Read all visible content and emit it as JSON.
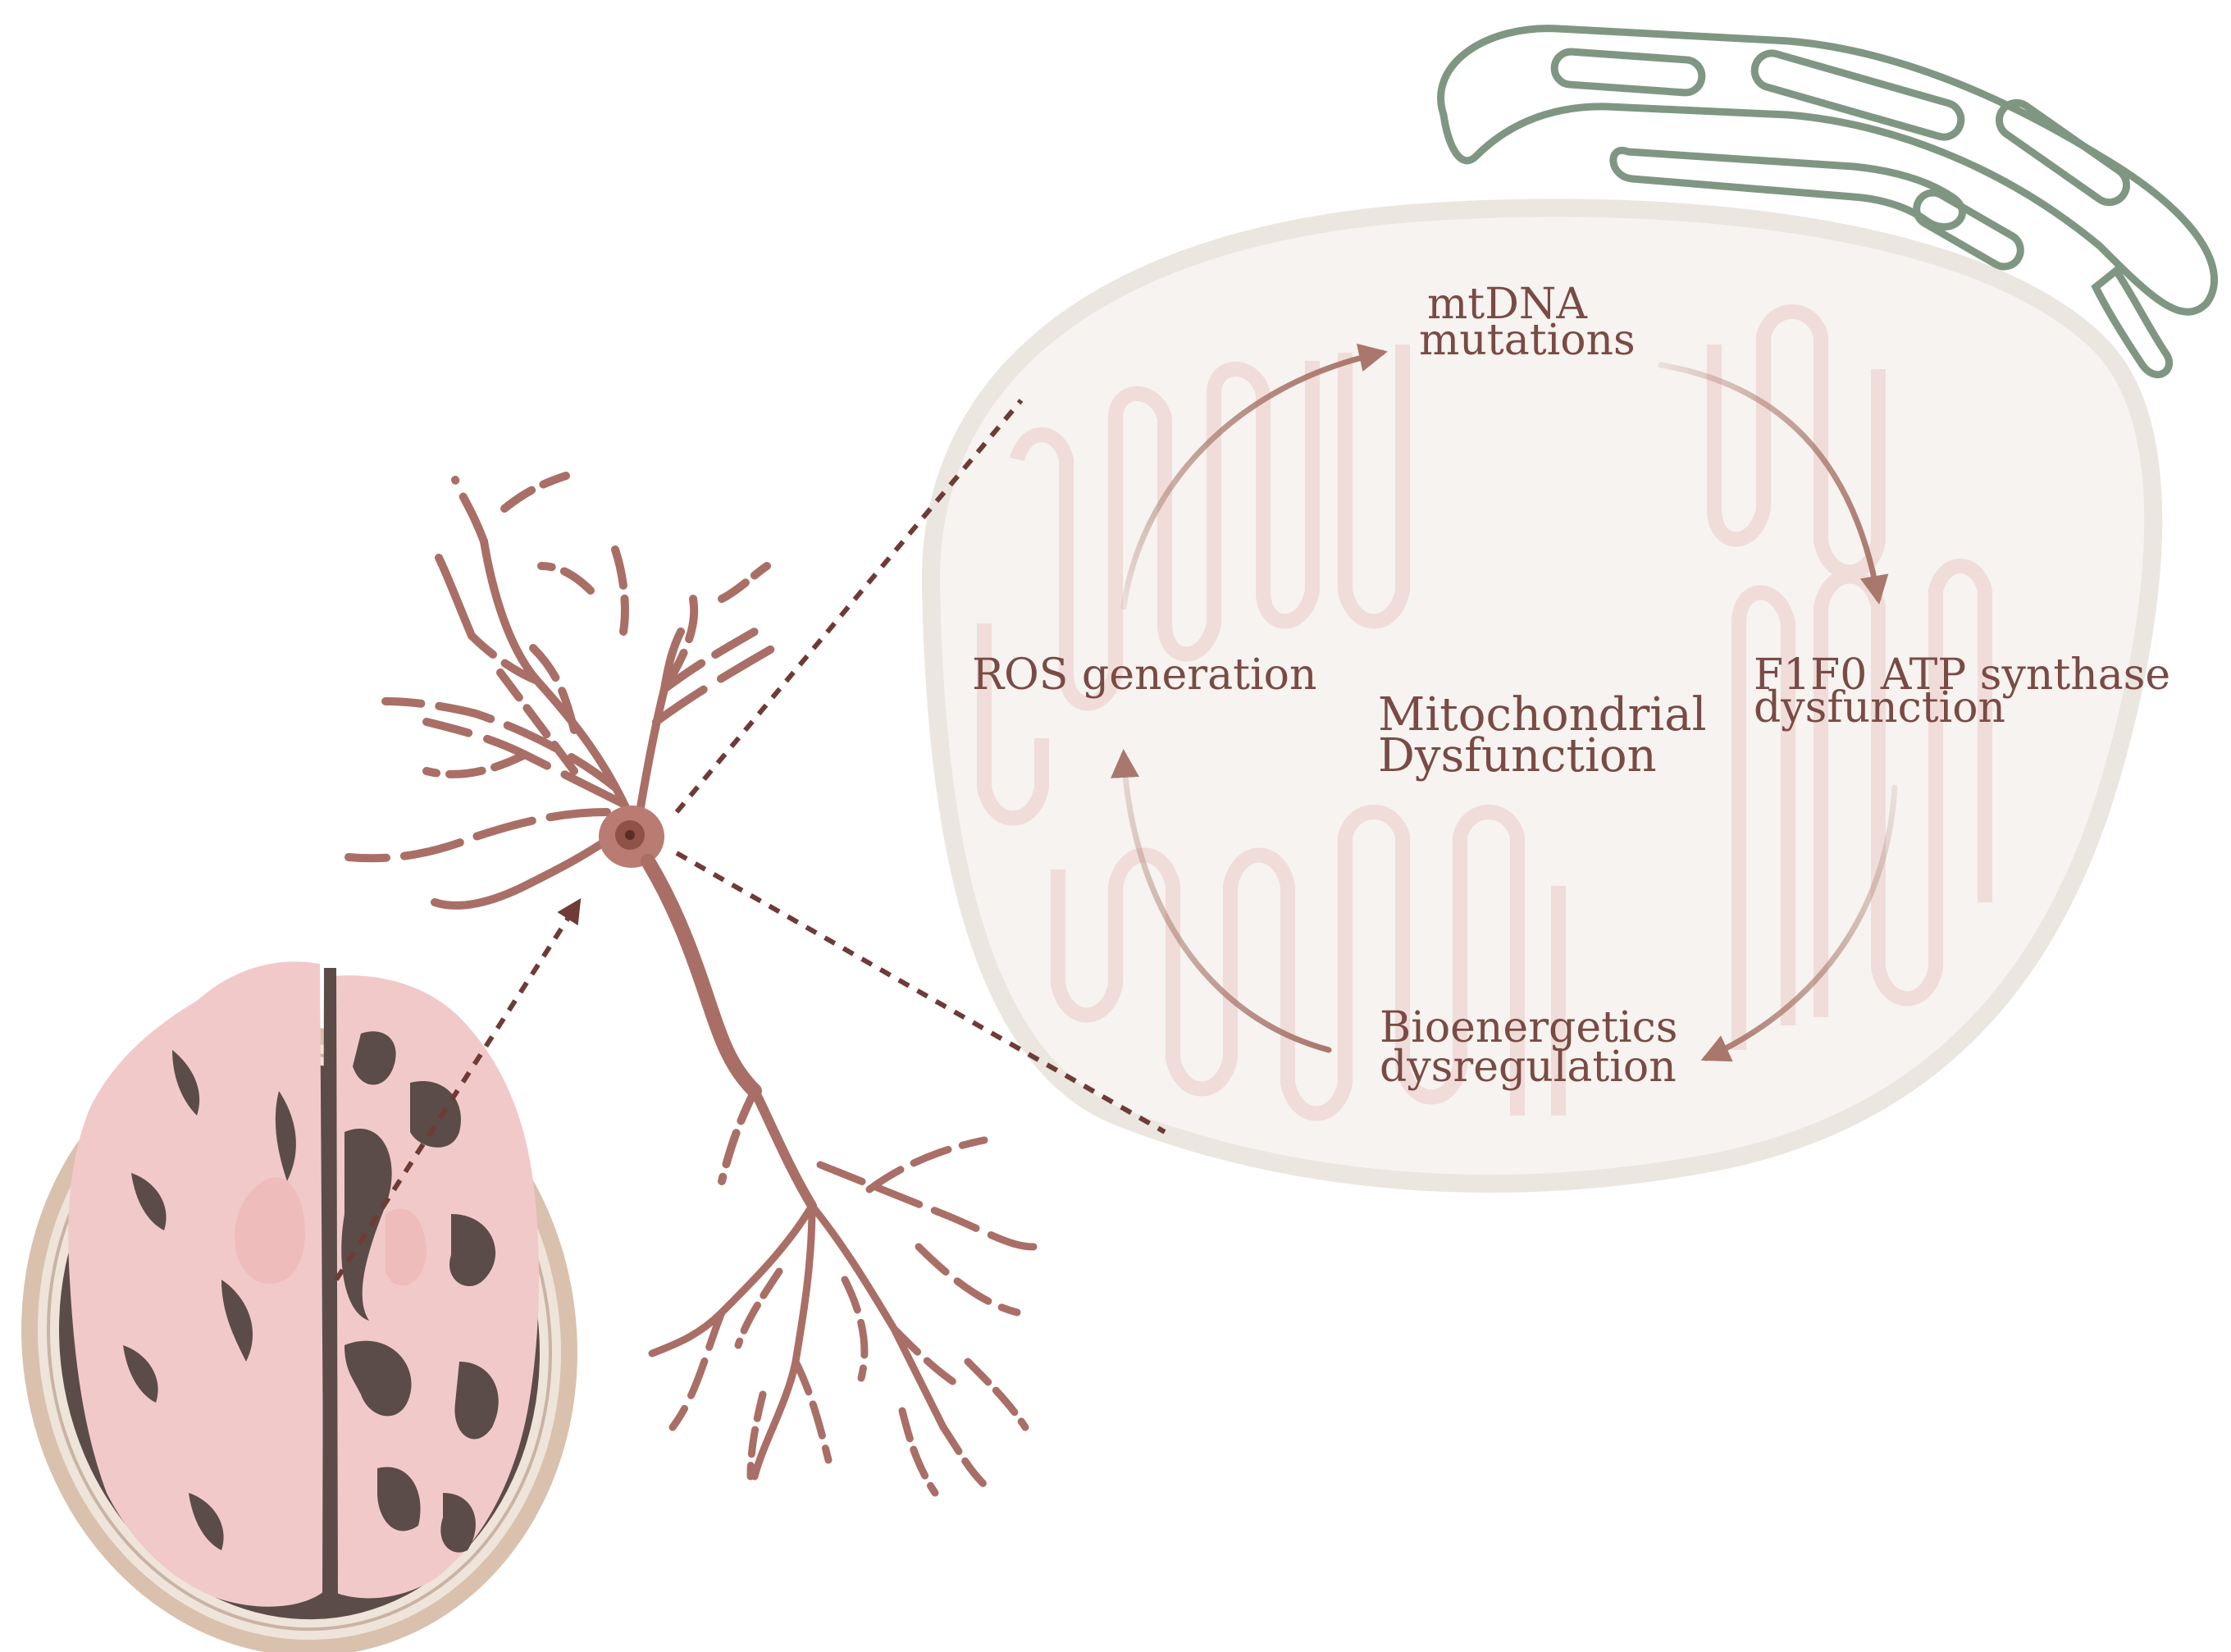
{
  "cycle": {
    "center": [
      "Mitochondrial",
      "Dysfunction"
    ],
    "nodes": {
      "mtdna": [
        "mtDNA",
        "mutations"
      ],
      "atp": [
        "F1F0 ATP synthase",
        "dysfunction"
      ],
      "bio": [
        "Bioenergetics",
        "dysregulation"
      ],
      "ros": [
        "ROS generation"
      ]
    }
  },
  "colors": {
    "accent": "#a9776b",
    "text": "#7a4a44",
    "mitochondrion_fill": "#f6f3f0",
    "mitochondrion_edge": "#ece6e1",
    "cristae": "#f0dcd9",
    "er": "#7f9782",
    "neuron": "#a96f66",
    "brain_tissue": "#f2c9c9",
    "brain_sulci": "#5b4c48",
    "skull": "#d9c1ad"
  },
  "icons": [
    "brain-slice-icon",
    "neuron-icon",
    "mitochondrion-icon",
    "endoplasmic-reticulum-icon"
  ]
}
